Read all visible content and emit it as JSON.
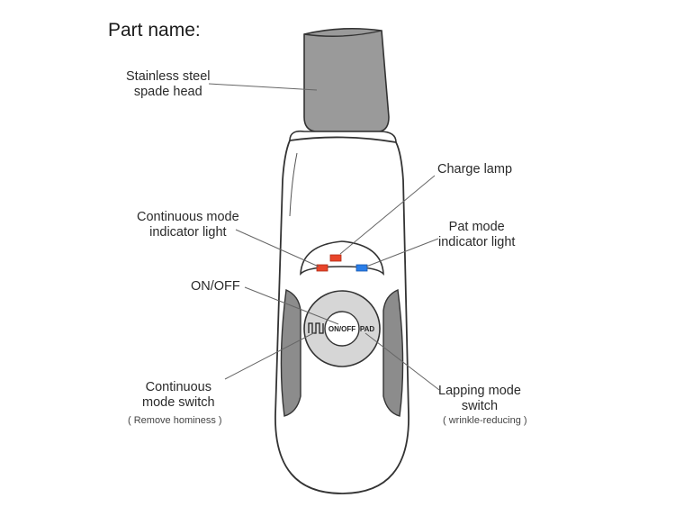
{
  "title": "Part name:",
  "labels": {
    "spade_head": [
      "Stainless steel",
      "spade head"
    ],
    "charge_lamp": "Charge lamp",
    "continuous_indicator": [
      "Continuous mode",
      "indicator light"
    ],
    "pat_indicator": [
      "Pat mode",
      "indicator light"
    ],
    "on_off": "ON/OFF",
    "continuous_switch": [
      "Continuous",
      "mode switch"
    ],
    "continuous_switch_note": "( Remove hominess )",
    "lapping_switch": [
      "Lapping mode",
      "switch"
    ],
    "lapping_switch_note": "( wrinkle-reducing )"
  },
  "buttons": {
    "center": "ON/OFF",
    "right": "PAD"
  },
  "colors": {
    "outline": "#333333",
    "body_fill": "#ffffff",
    "steel_gray": "#9a9a9a",
    "side_grip": "#8c8c8c",
    "button_pad": "#d6d6d6",
    "led_red": "#e8452a",
    "led_blue": "#2a7ee8",
    "leader_line": "#666666"
  },
  "icons": {
    "left_button": "continuous-wave-icon"
  }
}
